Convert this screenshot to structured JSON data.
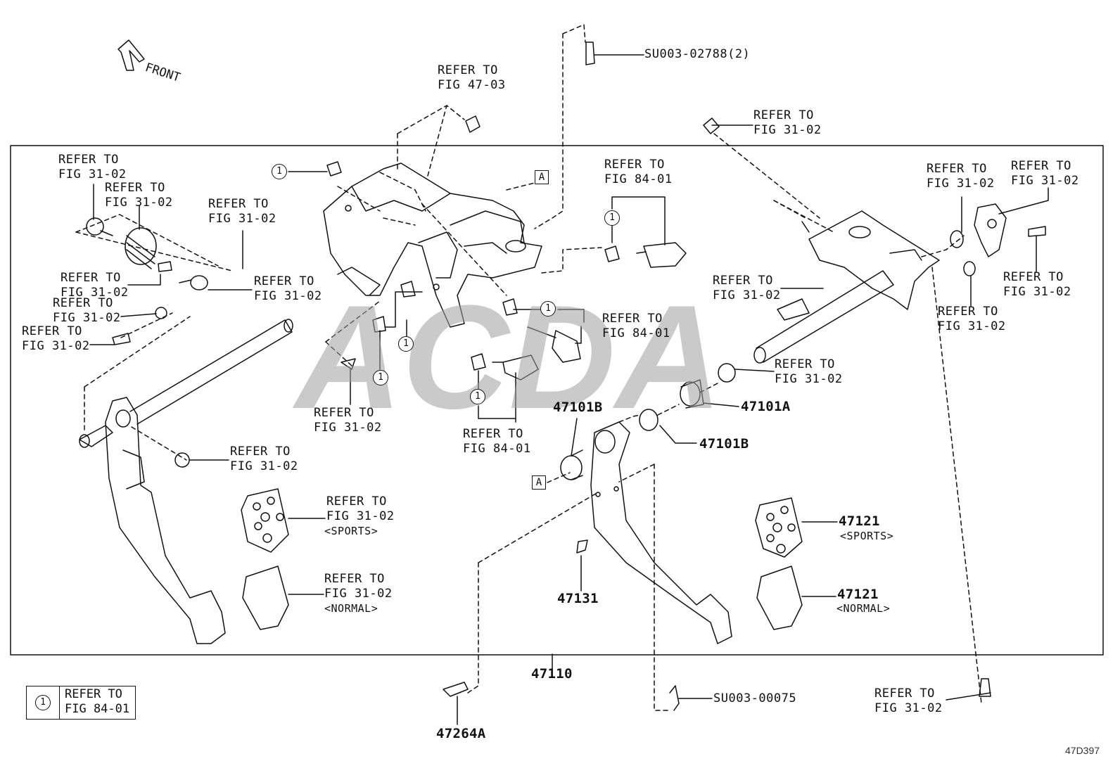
{
  "diagram": {
    "front_label": "FRONT",
    "ref_31": "REFER TO\nFIG 31-02",
    "ref_84": "REFER TO\nFIG 84-01",
    "ref_47": "REFER TO\nFIG 47-03",
    "sports": "<SPORTS>",
    "normal": "<NORMAL>",
    "part_47110": "47110",
    "part_47101A": "47101A",
    "part_47101B": "47101B",
    "part_47121": "47121",
    "part_47131": "47131",
    "part_47264A": "47264A",
    "part_su02788": "SU003-02788(2)",
    "part_su00075": "SU003-00075",
    "marker_A": "A",
    "marker_1": "1",
    "legend_marker": "1",
    "legend_text": "REFER TO\nFIG 84-01",
    "drawing_id": "47D397",
    "watermark": "ACDA"
  }
}
